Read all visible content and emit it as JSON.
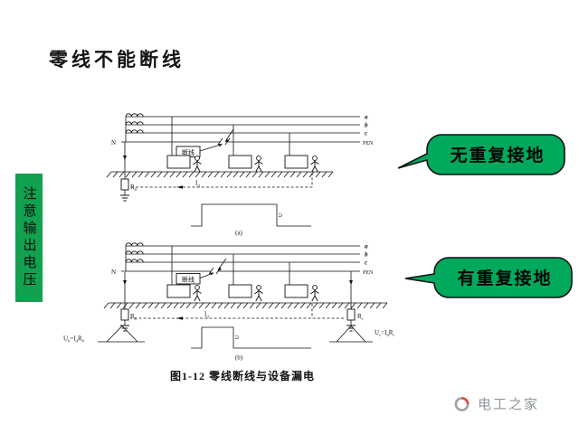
{
  "slide": {
    "title": "零线不能断线",
    "side_note": "注意输出电压",
    "caption": "图1-12  零线断线与设备漏电",
    "callout_top": "无重复接地",
    "callout_bottom": "有重复接地",
    "brand": "电工之家"
  },
  "diagram": {
    "neutral": "N",
    "phase_a": "a",
    "phase_b": "b",
    "phase_c": "c",
    "pen": "PEN",
    "break_label": "断线",
    "label_a": "(a)",
    "label_b": "(b)",
    "r_base": "R",
    "r0_sub": "0",
    "rc_sub": "c",
    "i_base": "I",
    "i_sub": "d",
    "u_base": "U",
    "formula_left": [
      "U",
      "0",
      "=",
      "I",
      "d",
      "R",
      "0"
    ],
    "formula_right": [
      "U",
      "c",
      "=",
      "I",
      "d",
      "R",
      "c"
    ]
  },
  "colors": {
    "callout_green": "#00a95c",
    "side_box_green": "#11a14f",
    "brand_gray": "#8e979c",
    "brand_red": "#e04a3f"
  }
}
